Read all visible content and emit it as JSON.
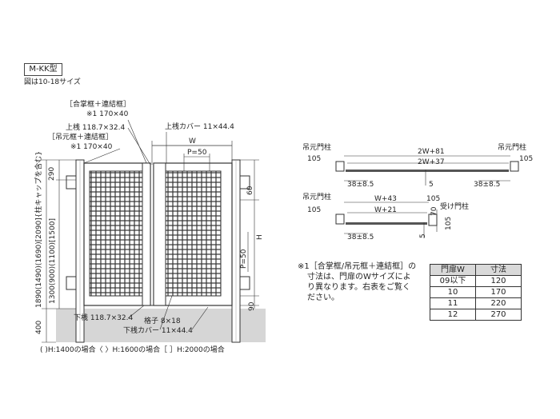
{
  "title": "M-KK型",
  "subtitle": "図は10-18サイズ",
  "front": {
    "label_gassho_renketsu": "［合掌框＋連結框］",
    "label_gassho_size": "※1 170×40",
    "label_kamisan": "上桟  118.7×32.4",
    "label_tsurimoto_renketsu": "［吊元框＋連結框］",
    "label_tsurimoto_size": "※1 170×40",
    "label_kamisan_cover": "上桟カバー  11×44.4",
    "label_w": "W",
    "label_p50_top": "P=50",
    "label_290": "290",
    "label_60": "60",
    "label_h": "H",
    "label_p50_side": "P=50",
    "label_left_dims": "1890(1490)(1690)[2090]{柱キャップを含む}",
    "label_left_dims_b": "1300(900)(1100)[1500]",
    "label_400": "400",
    "label_90": "90",
    "label_shitasan": "下桟  118.7×32.4",
    "label_koshi": "格子  8×18",
    "label_shitasan_cover": "下桟カバー  11×44.4",
    "footer_note": "(    )H:1400の場合〈    〉H:1600の場合［    ］H:2000の場合"
  },
  "plan_top": {
    "label_left_post": "吊元門柱",
    "label_right_post": "吊元門柱",
    "label_105_left": "105",
    "label_105_right": "105",
    "label_2w81": "2W+81",
    "label_2w37": "2W+37",
    "label_38_left": "38±8.5",
    "label_38_right": "38±8.5",
    "label_5": "5"
  },
  "plan_bottom": {
    "label_left_post": "吊元門柱",
    "label_receive_post": "受け門柱",
    "label_105_left": "105",
    "label_105_top": "105",
    "label_w43": "W+43",
    "label_w21": "W+21",
    "label_70": "70",
    "label_105_side": "105",
    "label_5": "5",
    "label_38": "38±8.5"
  },
  "note": {
    "line1": "※1［合掌框/吊元框＋連結框］の",
    "line2": "寸法は、門扉のWサイズによ",
    "line3": "り異なります。右表をご覧く",
    "line4": "ださい。"
  },
  "size_table": {
    "headers": [
      "門扉W",
      "寸法"
    ],
    "rows": [
      [
        "09以下",
        "120"
      ],
      [
        "10",
        "170"
      ],
      [
        "11",
        "220"
      ],
      [
        "12",
        "270"
      ]
    ]
  }
}
